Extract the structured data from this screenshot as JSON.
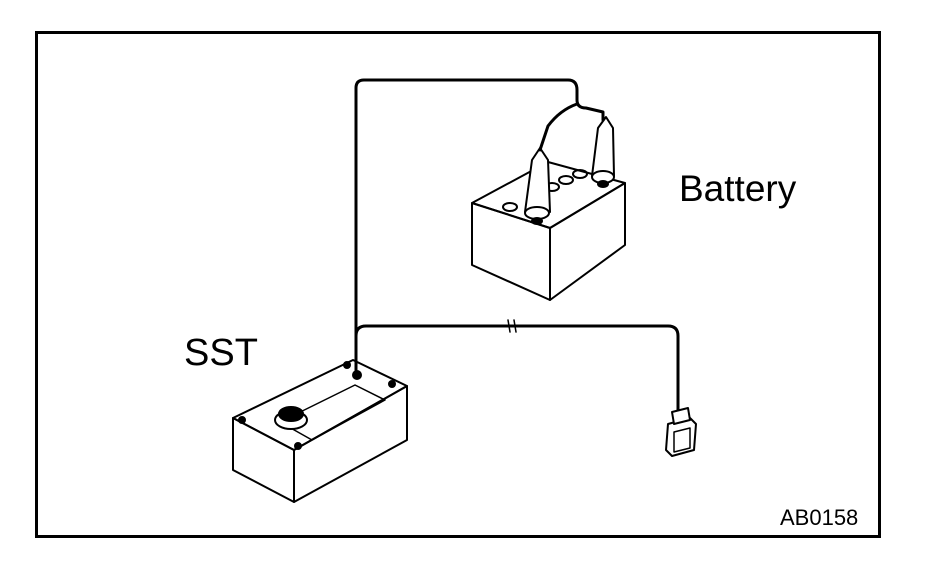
{
  "labels": {
    "battery": "Battery",
    "sst": "SST",
    "figure_code": "AB0158"
  },
  "colors": {
    "ink": "#000000",
    "paper": "#ffffff"
  }
}
